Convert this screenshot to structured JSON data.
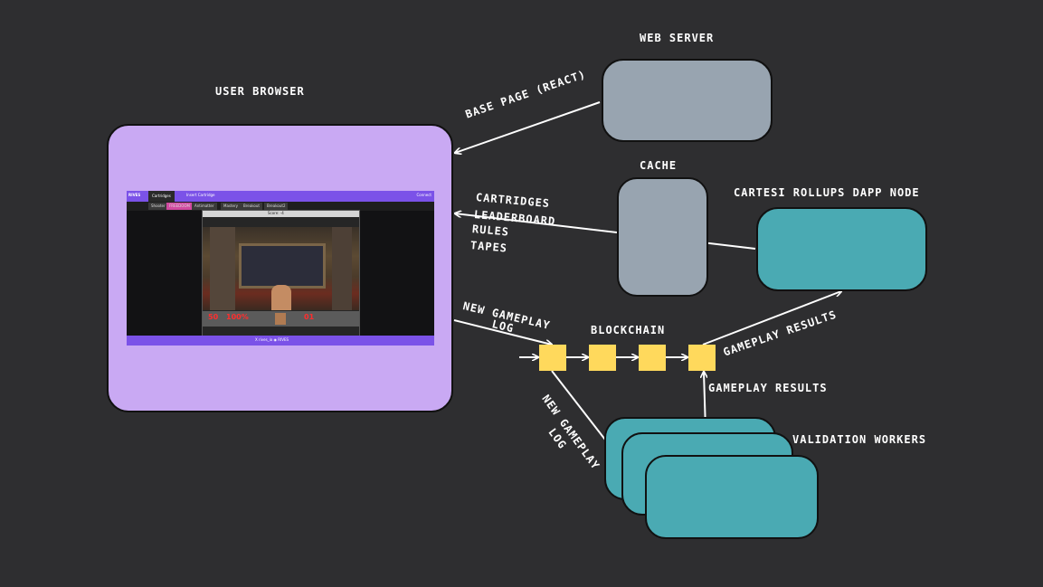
{
  "labels": {
    "web_server": "WEB SERVER",
    "user_browser": "USER BROWSER",
    "cache": "CACHE",
    "dapp_node": "CARTESI ROLLUPS DAPP NODE",
    "blockchain": "BLOCKCHAIN",
    "validation_workers": "VALIDATION WORKERS"
  },
  "edges": {
    "base_page": "BASE PAGE (REACT)",
    "node_outputs": [
      "CARTRIDGES",
      "LEADERBOARD",
      "RULES",
      "TAPES"
    ],
    "gameplay_log_to_chain": [
      "NEW GAMEPLAY",
      "LOG"
    ],
    "gameplay_log_to_workers": [
      "NEW GAMEPLAY",
      "LOG"
    ],
    "results_to_node": "GAMEPLAY RESULTS",
    "results_from_workers": "GAMEPLAY RESULTS"
  },
  "colors": {
    "background": "#2e2e30",
    "browser": "#c9a9f3",
    "server": "#98a4b0",
    "teal": "#4aaab3",
    "block": "#ffd95c",
    "edge": "#ffffff"
  },
  "screenshot": {
    "logo": "RIVES",
    "tab_active": "Cartridges",
    "tab_insert": "Insert Cartridge",
    "connect": "Connect",
    "chips": [
      "Shooter",
      "FREEDOOM",
      "Antimatter",
      "Mastery",
      "Breakout",
      "Breakout2"
    ],
    "game_title": "Freedoom",
    "score_text": "Score: -4",
    "hud": [
      "50",
      "100%",
      "01"
    ],
    "footer": "X rives_io   ◉ RIVES"
  }
}
